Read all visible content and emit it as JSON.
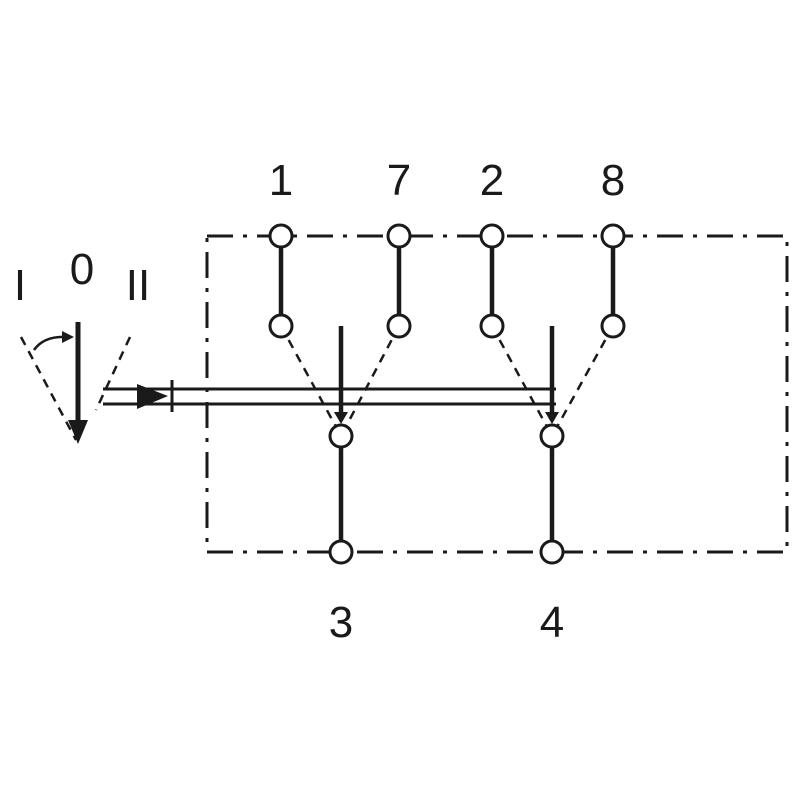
{
  "diagram": {
    "terminals_top": [
      "1",
      "7",
      "2",
      "8"
    ],
    "terminals_bottom": [
      "3",
      "4"
    ],
    "positions": {
      "left": "I",
      "center": "0",
      "right": "II"
    },
    "color": "#1a1a1a"
  }
}
